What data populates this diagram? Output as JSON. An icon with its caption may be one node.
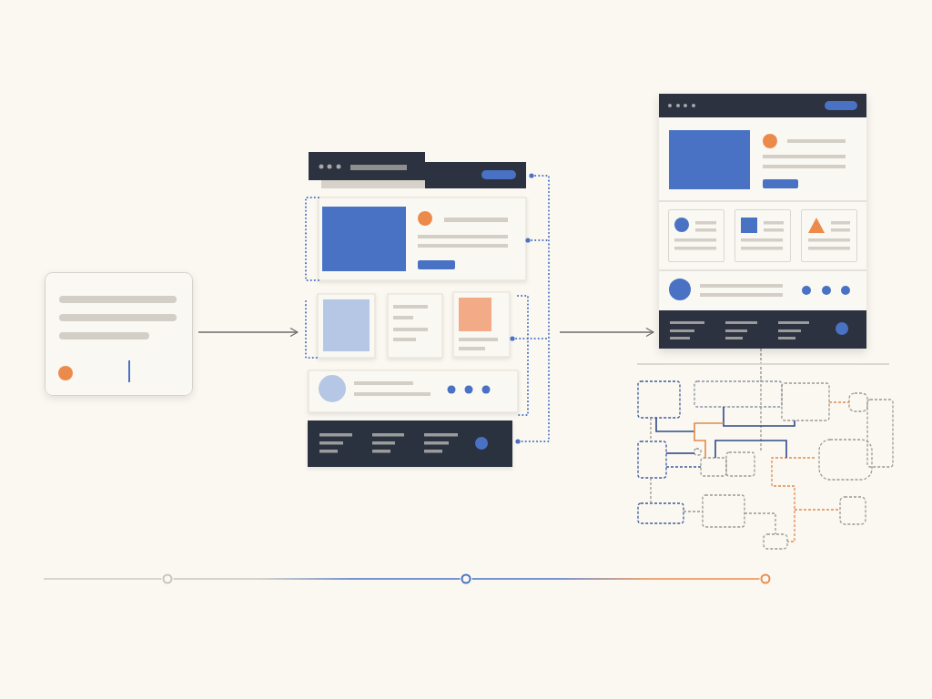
{
  "diagram": {
    "nodes": [
      {
        "text": [],
        "shape": "box"
      },
      {
        "text": [],
        "shape": "picture"
      },
      {
        "text": [],
        "shape": "picture"
      },
      {
        "text": [],
        "shape": "picture"
      },
      {
        "text": [],
        "shape": "circle"
      },
      {
        "text": [],
        "shape": "circle"
      },
      {
        "text": [],
        "shape": "circle"
      }
    ],
    "edges": [
      {
        "from": 0,
        "to": 1,
        "arrow": "to"
      },
      {
        "from": 1,
        "to": 2,
        "arrow": "to"
      },
      {
        "from": 2,
        "to": 3,
        "arrow": "none",
        "style": "dashed",
        "color": "#8f8c86"
      },
      {
        "from": null,
        "to": 4,
        "arrow": "none",
        "color": "#cfcac2"
      },
      {
        "from": 4,
        "to": 5,
        "arrow": "none",
        "color": "#4a72c4"
      },
      {
        "from": 5,
        "to": 6,
        "arrow": "none",
        "color": "#ec8a4c"
      }
    ]
  }
}
